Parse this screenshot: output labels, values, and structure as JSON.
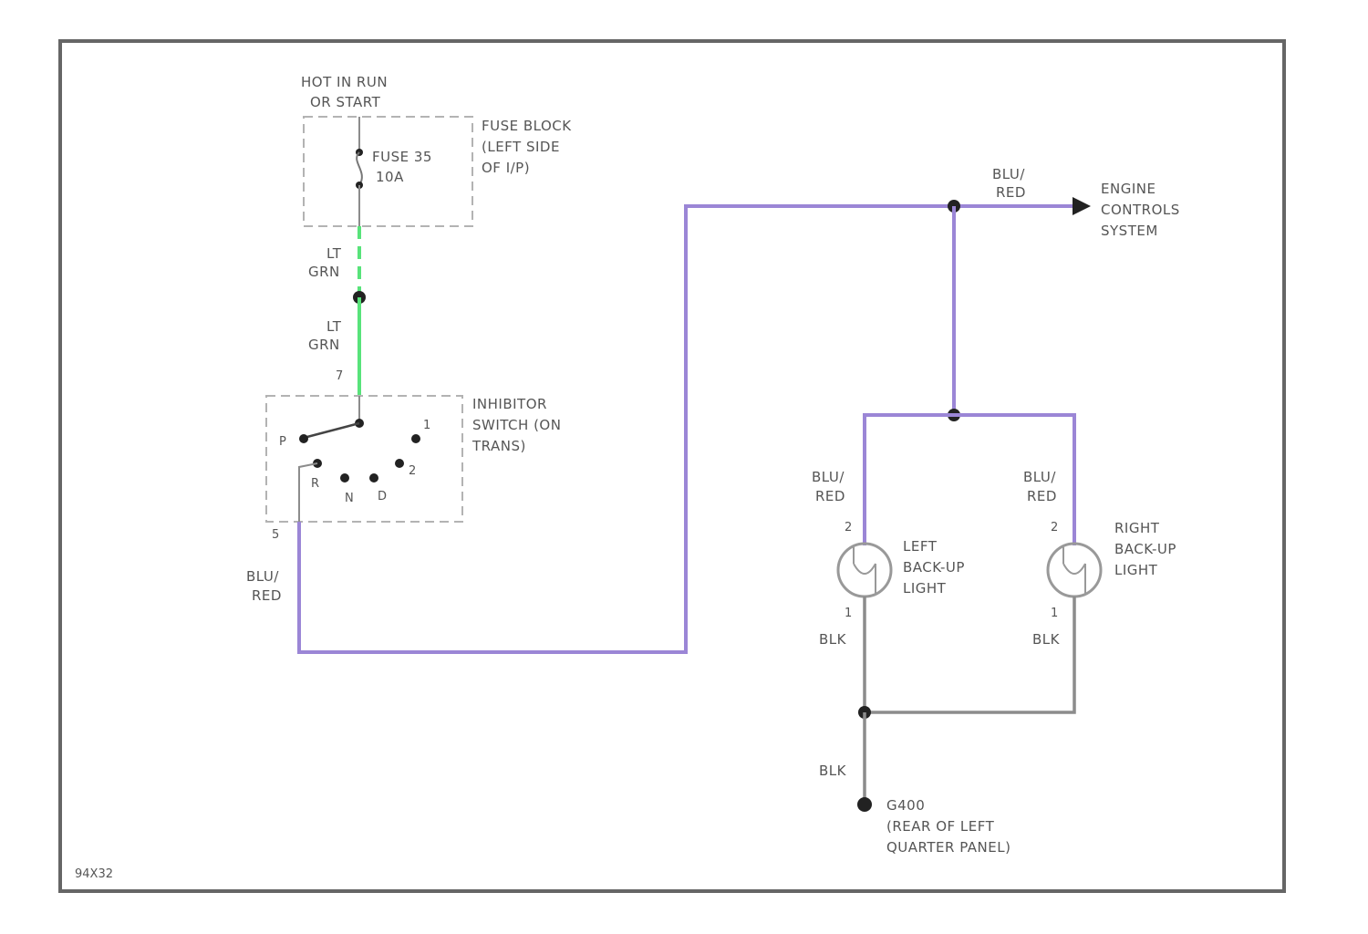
{
  "colors": {
    "frame": "#666666",
    "wire_blu_red": "#9b86d6",
    "wire_lt_grn": "#58e37a",
    "wire_blk": "#8c8c8c",
    "dashed_box": "#b3b3b3",
    "node": "#222222"
  },
  "power": {
    "line1": "HOT IN RUN",
    "line2": "OR START"
  },
  "fuse_block": {
    "line1": "FUSE BLOCK",
    "line2": "(LEFT SIDE",
    "line3": "OF I/P)"
  },
  "fuse": {
    "name": "FUSE 35",
    "rating": "10A"
  },
  "wire_labels": {
    "ltgrn_a_1": "LT",
    "ltgrn_a_2": "GRN",
    "ltgrn_b_1": "LT",
    "ltgrn_b_2": "GRN",
    "blured_switch_1": "BLU/",
    "blured_switch_2": "RED",
    "blured_top_1": "BLU/",
    "blured_top_2": "RED",
    "blured_left_1": "BLU/",
    "blured_left_2": "RED",
    "blured_right_1": "BLU/",
    "blured_right_2": "RED",
    "blk_left": "BLK",
    "blk_right": "BLK",
    "blk_ground": "BLK"
  },
  "inhibitor_switch": {
    "line1": "INHIBITOR",
    "line2": "SWITCH (ON",
    "line3": "TRANS)",
    "pin_top": "7",
    "pin_bottom": "5",
    "positions": {
      "p": "P",
      "one": "1",
      "r": "R",
      "n": "N",
      "d": "D",
      "two": "2"
    }
  },
  "engine_controls": {
    "line1": "ENGINE",
    "line2": "CONTROLS",
    "line3": "SYSTEM"
  },
  "left_light": {
    "line1": "LEFT",
    "line2": "BACK-UP",
    "line3": "LIGHT",
    "pin_top": "2",
    "pin_bottom": "1"
  },
  "right_light": {
    "line1": "RIGHT",
    "line2": "BACK-UP",
    "line3": "LIGHT",
    "pin_top": "2",
    "pin_bottom": "1"
  },
  "ground": {
    "line1": "G400",
    "line2": "(REAR OF LEFT",
    "line3": "QUARTER PANEL)"
  },
  "figure_id": "94X32"
}
